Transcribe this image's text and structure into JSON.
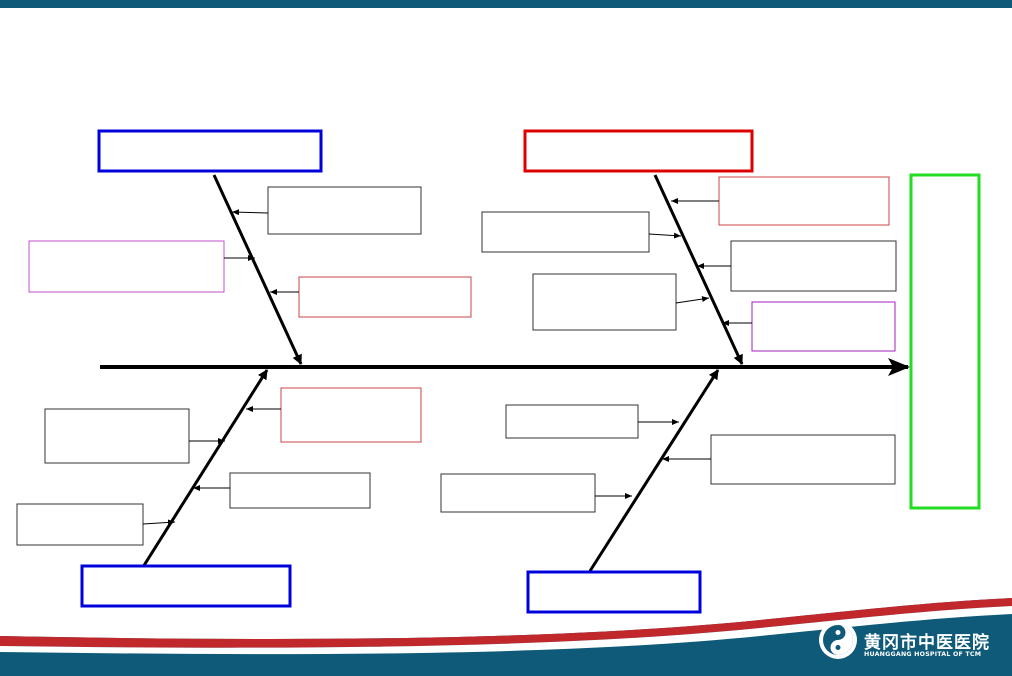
{
  "diagram": {
    "type": "fishbone",
    "head_box": {
      "label": "",
      "color": "#22dd22"
    },
    "categories": [
      {
        "id": "top-left",
        "label": "",
        "color": "#0000dd"
      },
      {
        "id": "top-right",
        "label": "",
        "color": "#dd0000"
      },
      {
        "id": "bottom-left",
        "label": "",
        "color": "#0000dd"
      },
      {
        "id": "bottom-right",
        "label": "",
        "color": "#0000dd"
      }
    ],
    "cause_boxes": [
      {
        "label": "",
        "color": "#333333"
      },
      {
        "label": "",
        "color": "#c050c8"
      },
      {
        "label": "",
        "color": "#cc4444"
      },
      {
        "label": "",
        "color": "#cc4444"
      },
      {
        "label": "",
        "color": "#333333"
      },
      {
        "label": "",
        "color": "#333333"
      },
      {
        "label": "",
        "color": "#333333"
      },
      {
        "label": "",
        "color": "#a020c0"
      },
      {
        "label": "",
        "color": "#333333"
      },
      {
        "label": "",
        "color": "#cc4444"
      },
      {
        "label": "",
        "color": "#333333"
      },
      {
        "label": "",
        "color": "#333333"
      },
      {
        "label": "",
        "color": "#333333"
      },
      {
        "label": "",
        "color": "#333333"
      },
      {
        "label": "",
        "color": "#333333"
      },
      {
        "label": "",
        "color": "#333333"
      }
    ]
  },
  "branding": {
    "hospital_name": "黄冈市中医医院",
    "hospital_name_en": "HUANGGANG HOSPITAL OF TCM",
    "header_color": "#0f5a78",
    "footer_color": "#0f5a78",
    "accent_color": "#c0282c"
  }
}
